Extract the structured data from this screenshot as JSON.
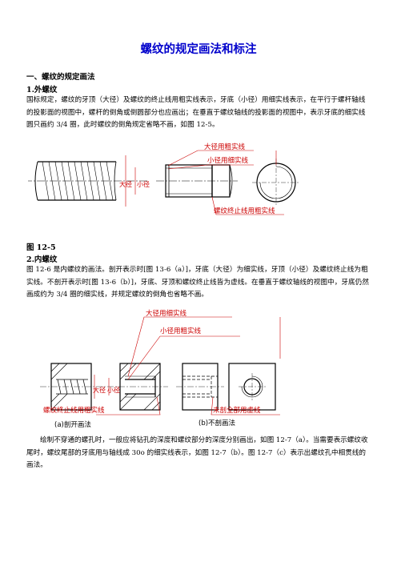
{
  "title": "螺纹的规定画法和标注",
  "section1": {
    "heading": "一、螺纹的规定画法",
    "sub_heading": "1.外螺纹",
    "para": "国标规定，螺纹的牙顶（大径）及螺纹的终止线用粗实线表示，牙底（小径）用细实线表示，在平行于螺杆轴线的投影面的视图中，螺杆的倒角或倒圆部分也应画出；在垂直于螺纹轴线的投影面的视图中，表示牙底的细实线圆只画约 3/4 圈，此时螺纹的倒角规定省略不画，如图 12-5。",
    "fig_labels": {
      "major_thick": "大径用粗实线",
      "minor_thin": "小径用细实线",
      "end_thick": "螺纹终止线用粗实线",
      "major": "大径",
      "minor": "小径"
    },
    "caption": "图 12-5"
  },
  "section2": {
    "sub_heading": "2.内螺纹",
    "para": "图 12-6 是内螺纹的画法。剖开表示时[图 13-6（a）]，牙底（大径）为细实线，牙顶（小径）及螺纹终止线为粗实线。不剖开表示时[图 13-6（b）]，牙底、牙顶和螺纹终止线皆为虚线。在垂直于螺纹轴线的视图中，牙底仍然画成约为 3/4 圈的细实线，并规定螺纹的倒角也省略不画。",
    "fig_labels": {
      "major_thin": "大径用细实线",
      "minor_thick": "小径用粗实线",
      "end_thick": "螺纹终止线用粗实线",
      "hidden": "未剖全部用虚线",
      "major": "大径",
      "minor": "小径",
      "cap_a": "(a)剖开画法",
      "cap_b": "(b)不剖画法"
    },
    "para2": "绘制不穿通的螺孔时，一般应将钻孔的深度和螺纹部分的深度分别画出，如图 12-7（a）。当需要表示螺纹收尾时，螺纹尾部的牙底用与轴线成 30o 的细实线表示，如图 12-7（b）。图 12-7（c）表示出螺纹孔中相贯线的画法。"
  },
  "colors": {
    "title": "#0000cc",
    "annotation": "#cc0000",
    "line": "#000000"
  }
}
